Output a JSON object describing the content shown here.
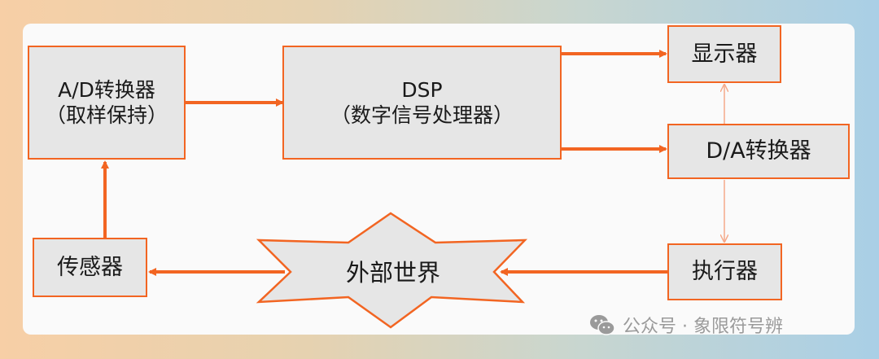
{
  "diagram": {
    "nodes": {
      "ad_converter": {
        "line1": "A/D转换器",
        "line2": "（取样保持）"
      },
      "dsp": {
        "line1": "DSP",
        "line2": "（数字信号处理器）"
      },
      "display": {
        "label": "显示器"
      },
      "da_converter": {
        "label": "D/A转换器"
      },
      "sensor": {
        "label": "传感器"
      },
      "outside_world": {
        "label": "外部世界"
      },
      "actuator": {
        "label": "执行器"
      }
    },
    "edges": [
      {
        "from": "sensor",
        "to": "ad_converter"
      },
      {
        "from": "ad_converter",
        "to": "dsp"
      },
      {
        "from": "dsp",
        "to": "display"
      },
      {
        "from": "dsp",
        "to": "da_converter"
      },
      {
        "from": "da_converter",
        "to": "display"
      },
      {
        "from": "da_converter",
        "to": "actuator"
      },
      {
        "from": "actuator",
        "to": "outside_world"
      },
      {
        "from": "outside_world",
        "to": "sensor"
      }
    ],
    "colors": {
      "accent": "#f26522",
      "accent_light": "#f5a98a",
      "box_fill": "#e6e6e6",
      "star_fill": "#e6e6e6"
    }
  },
  "watermark": {
    "text": "公众号 · 象限符号辨",
    "icon": "wechat-icon"
  }
}
